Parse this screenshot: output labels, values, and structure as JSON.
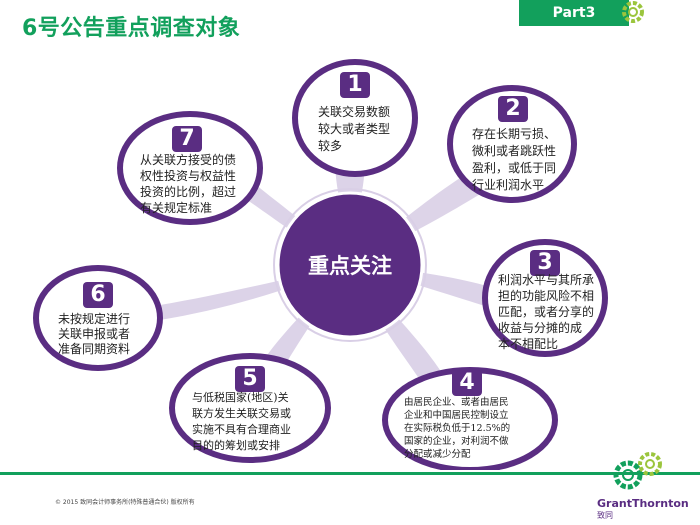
{
  "title": "6号公告重点调查对象",
  "tab_label": "Part3",
  "center_label": "重点关注",
  "nodes": [
    {
      "num": "1",
      "lines": [
        "关联交易数额",
        "较大或者类型",
        "较多"
      ]
    },
    {
      "num": "2",
      "lines": [
        "存在长期亏损、",
        "微利或者跳跃性",
        "盈利，或低于同",
        "行业利润水平"
      ]
    },
    {
      "num": "3",
      "lines": [
        "利润水平与其所承",
        "担的功能风险不相",
        "匹配，或者分享的",
        "收益与分摊的成",
        "本不相配比"
      ]
    },
    {
      "num": "4",
      "lines": [
        "由居民企业、或者由居民",
        "企业和中国居民控制设立",
        "在实际税负低于12.5%的",
        "国家的企业，对利润不做",
        "分配或减少分配"
      ]
    },
    {
      "num": "5",
      "lines": [
        "与低税国家(地区)关",
        "联方发生关联交易或",
        "实施不具有合理商业",
        "目的的筹划或安排"
      ]
    },
    {
      "num": "6",
      "lines": [
        "未按规定进行",
        "关联申报或者",
        "准备同期资料"
      ]
    },
    {
      "num": "7",
      "lines": [
        "从关联方接受的债",
        "权性投资与权益性",
        "投资的比例，超过",
        "有关规定标准"
      ]
    }
  ],
  "footer": {
    "copyright": "© 2015 致同会计师事务所(特殊普通合伙) 版权所有",
    "brand": "GrantThornton",
    "brand_sub": "致同"
  },
  "colors": {
    "green": "#12a05c",
    "purple": "#5a2d82",
    "lilac": "#d9cfe6"
  }
}
